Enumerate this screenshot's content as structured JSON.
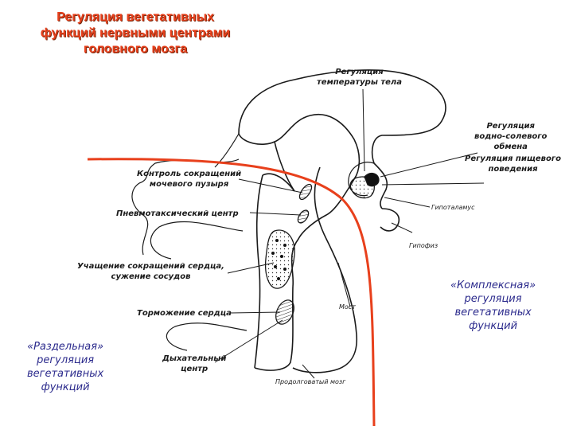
{
  "title": {
    "line1": "Регуляция вегетативных",
    "line2": "функций нервными центрами",
    "line3": "головного мозга"
  },
  "labels": {
    "temperature": {
      "line1": "Регуляция",
      "line2": "температуры тела"
    },
    "water_salt": {
      "line1": "Регуляция",
      "line2": "водно-солевого",
      "line3": "обмена"
    },
    "food_behavior": {
      "line1": "Регуляция пищевого",
      "line2": "поведения"
    },
    "bladder": {
      "line1": "Контроль сокращений",
      "line2": "мочевого пузыря"
    },
    "pneumotaxic": "Пневмотаксический центр",
    "heart_accel": {
      "line1": "Учащение сокращений сердца,",
      "line2": "сужение сосудов"
    },
    "heart_inhibit": "Торможение сердца",
    "respiratory": {
      "line1": "Дыхательный",
      "line2": "центр"
    },
    "hypothalamus": "Гипоталамус",
    "hypophysis": "Гипофиз",
    "pons": "Мост",
    "medulla": "Продолговатый мозг"
  },
  "separate_regulation": {
    "line1": "«Раздельная»",
    "line2": "регуляция",
    "line3": "вегетативных",
    "line4": "функций"
  },
  "complex_regulation": {
    "line1": "«Комплексная»",
    "line2": "регуляция",
    "line3": "вегетативных",
    "line4": "функций"
  },
  "colors": {
    "title": "#e8401c",
    "divider": "#e8401c",
    "accent_text": "#2b2a8c",
    "ink": "#1a1a1a"
  }
}
